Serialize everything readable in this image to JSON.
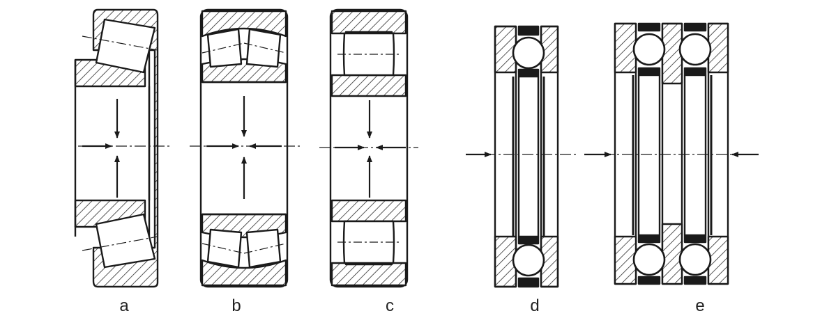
{
  "labels": {
    "a": "a",
    "b": "b",
    "c": "c",
    "d": "d",
    "e": "e"
  },
  "colors": {
    "line": "#1a1a1a",
    "hatch": "#2b2b2b",
    "background": "#ffffff"
  }
}
